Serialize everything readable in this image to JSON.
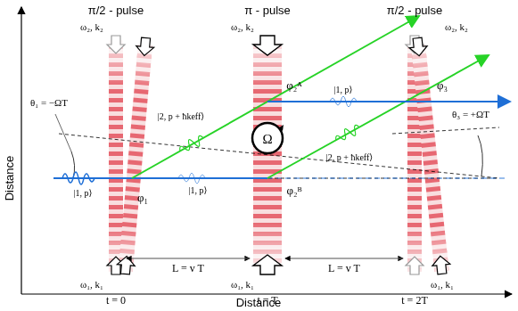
{
  "diagram": {
    "labels": [
      "π/2 - pulse",
      "π - pulse",
      "π/2 - pulse",
      "ω₂, k₂",
      "ω₂, k₂",
      "ω₂, k₂",
      "ω₁, k₁",
      "ω₁, k₁",
      "ω₁, k₁",
      "t = 0",
      "t = T",
      "t = 2T",
      "L = v T",
      "L = v T",
      "φ₁",
      "φ₂ᴬ",
      "φ₂ᴮ",
      "φ₃",
      "θ₁ = −ΩT",
      "θ₃ = +ΩT",
      "|1, p⟩",
      "|1, p⟩",
      "|1, p⟩",
      "|2, p + ħkeff⟩",
      "|2, p + ħkeff⟩",
      "Ω",
      "Distance",
      "Distance"
    ]
  }
}
